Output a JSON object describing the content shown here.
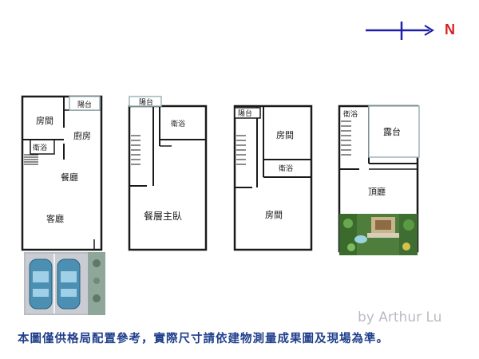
{
  "compass": {
    "label": "N"
  },
  "floor1": {
    "balcony": "陽台",
    "room": "房間",
    "kitchen": "廚房",
    "bath": "衛浴",
    "dining": "餐廳",
    "living": "客廳"
  },
  "floor2": {
    "balcony": "陽台",
    "bath": "衛浴",
    "suite": "餐層主臥"
  },
  "floor3": {
    "balcony": "陽台",
    "room_top": "房間",
    "bath": "衛浴",
    "room_main": "房間"
  },
  "floor4": {
    "bath": "衛浴",
    "terrace": "露台",
    "roof_hall": "頂廳"
  },
  "credit": "by Arthur Lu",
  "disclaimer": "本圖僅供格局配置參考，實際尺寸請依建物測量成果圖及現場為準。",
  "colors": {
    "wall": "#1a1a1a",
    "arrow": "#1f1fa8",
    "north": "#d62020",
    "disclaimer": "#1f3f8c"
  }
}
